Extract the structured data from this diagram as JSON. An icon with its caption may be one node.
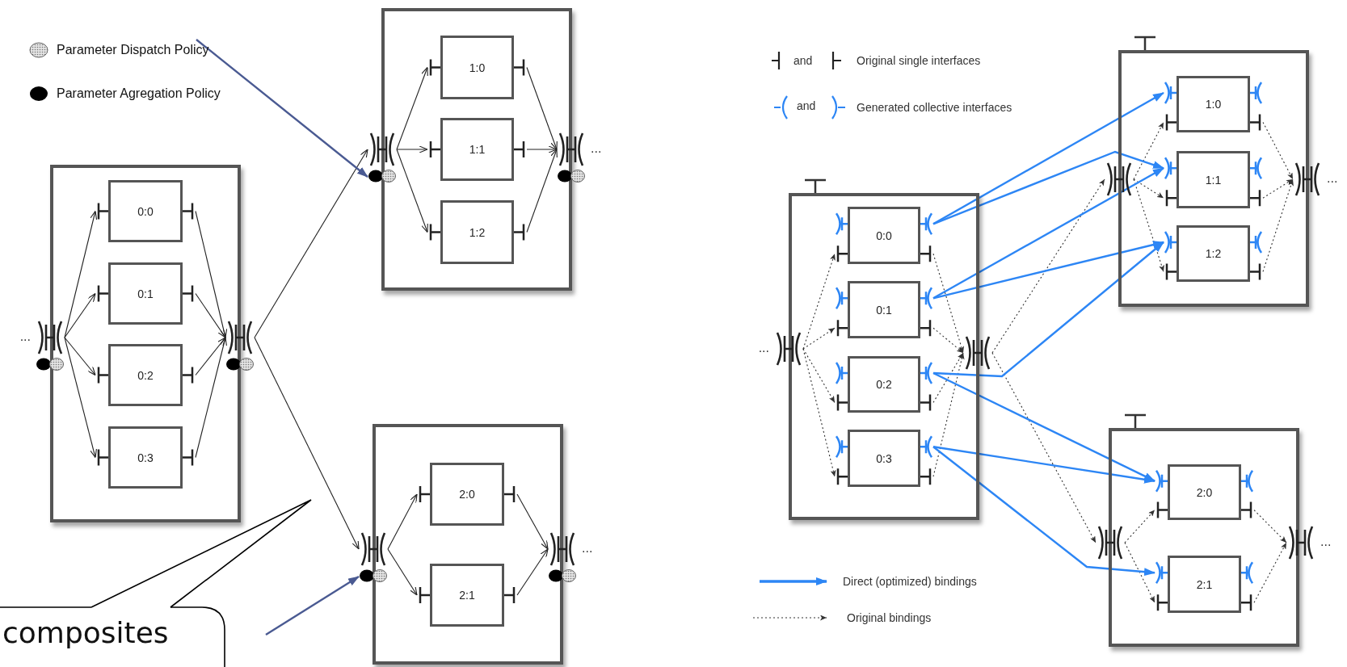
{
  "diagram": {
    "nodes": [
      {
        "text": [],
        "shape": "box"
      },
      {
        "text": [
          "0:0"
        ],
        "in": 0
      },
      {
        "text": [
          "0:1"
        ],
        "in": 0
      },
      {
        "text": [
          "0:2"
        ],
        "in": 0
      },
      {
        "text": [
          "0:3"
        ],
        "in": 0
      },
      {
        "text": [],
        "shape": "box"
      },
      {
        "text": [
          "1:0"
        ],
        "in": 5
      },
      {
        "text": [
          "1:1"
        ],
        "in": 5
      },
      {
        "text": [
          "1:2"
        ],
        "in": 5
      },
      {
        "text": [],
        "shape": "box"
      },
      {
        "text": [
          "2:0"
        ],
        "in": 9
      },
      {
        "text": [
          "2:1"
        ],
        "in": 9
      },
      {
        "text": [],
        "shape": "symbol",
        "beside": [
          "..."
        ]
      },
      {
        "text": [],
        "shape": "symbol"
      },
      {
        "text": [],
        "shape": "symbol"
      },
      {
        "text": [],
        "shape": "symbol",
        "beside": [
          "..."
        ]
      },
      {
        "text": [],
        "shape": "symbol"
      },
      {
        "text": [],
        "shape": "symbol",
        "beside": [
          "..."
        ]
      },
      {
        "text": [
          "composites"
        ]
      },
      {
        "text": [],
        "shape": "box"
      },
      {
        "text": [
          "0:0"
        ],
        "in": 19
      },
      {
        "text": [
          "0:1"
        ],
        "in": 19
      },
      {
        "text": [
          "0:2"
        ],
        "in": 19
      },
      {
        "text": [
          "0:3"
        ],
        "in": 19
      },
      {
        "text": [],
        "shape": "box"
      },
      {
        "text": [
          "1:0"
        ],
        "in": 24
      },
      {
        "text": [
          "1:1"
        ],
        "in": 24
      },
      {
        "text": [
          "1:2"
        ],
        "in": 24
      },
      {
        "text": [],
        "shape": "box"
      },
      {
        "text": [
          "2:0"
        ],
        "in": 28
      },
      {
        "text": [
          "2:1"
        ],
        "in": 28
      },
      {
        "text": [],
        "shape": "symbol",
        "beside": [
          "..."
        ]
      },
      {
        "text": [],
        "shape": "symbol"
      },
      {
        "text": [],
        "shape": "symbol"
      },
      {
        "text": [],
        "shape": "symbol",
        "beside": [
          "..."
        ]
      },
      {
        "text": [],
        "shape": "symbol"
      },
      {
        "text": [],
        "shape": "symbol",
        "beside": [
          "..."
        ]
      }
    ],
    "edges": [
      {
        "from": 12,
        "to": 1,
        "arrow": "to"
      },
      {
        "from": 12,
        "to": 2,
        "arrow": "to"
      },
      {
        "from": 12,
        "to": 3,
        "arrow": "to"
      },
      {
        "from": 12,
        "to": 4,
        "arrow": "to"
      },
      {
        "from": 1,
        "to": 13,
        "arrow": "to"
      },
      {
        "from": 2,
        "to": 13,
        "arrow": "to"
      },
      {
        "from": 3,
        "to": 13,
        "arrow": "to"
      },
      {
        "from": 4,
        "to": 13,
        "arrow": "to"
      },
      {
        "from": 13,
        "to": 14,
        "arrow": "to"
      },
      {
        "from": 13,
        "to": 16,
        "arrow": "to"
      },
      {
        "from": 14,
        "to": 6,
        "arrow": "to"
      },
      {
        "from": 14,
        "to": 7,
        "arrow": "to"
      },
      {
        "from": 14,
        "to": 8,
        "arrow": "to"
      },
      {
        "from": 6,
        "to": 15,
        "arrow": "to"
      },
      {
        "from": 7,
        "to": 15,
        "arrow": "to"
      },
      {
        "from": 8,
        "to": 15,
        "arrow": "to"
      },
      {
        "from": 16,
        "to": 10,
        "arrow": "to"
      },
      {
        "from": 16,
        "to": 11,
        "arrow": "to"
      },
      {
        "from": 10,
        "to": 17,
        "arrow": "to"
      },
      {
        "from": 11,
        "to": 17,
        "arrow": "to"
      },
      {
        "from": null,
        "to": 14,
        "arrow": "to",
        "color": "#4a5a92"
      },
      {
        "from": null,
        "to": 16,
        "arrow": "to",
        "color": "#4a5a92"
      },
      {
        "from": 31,
        "to": 20,
        "arrow": "to",
        "style": "dashed"
      },
      {
        "from": 31,
        "to": 21,
        "arrow": "to",
        "style": "dashed"
      },
      {
        "from": 31,
        "to": 22,
        "arrow": "to",
        "style": "dashed"
      },
      {
        "from": 31,
        "to": 23,
        "arrow": "to",
        "style": "dashed"
      },
      {
        "from": 20,
        "to": 32,
        "arrow": "to",
        "style": "dashed"
      },
      {
        "from": 21,
        "to": 32,
        "arrow": "to",
        "style": "dashed"
      },
      {
        "from": 22,
        "to": 32,
        "arrow": "to",
        "style": "dashed"
      },
      {
        "from": 23,
        "to": 32,
        "arrow": "to",
        "style": "dashed"
      },
      {
        "from": 32,
        "to": 33,
        "arrow": "to",
        "style": "dashed"
      },
      {
        "from": 32,
        "to": 35,
        "arrow": "to",
        "style": "dashed"
      },
      {
        "from": 33,
        "to": 25,
        "arrow": "to",
        "style": "dashed"
      },
      {
        "from": 33,
        "to": 26,
        "arrow": "to",
        "style": "dashed"
      },
      {
        "from": 33,
        "to": 27,
        "arrow": "to",
        "style": "dashed"
      },
      {
        "from": 25,
        "to": 34,
        "arrow": "to",
        "style": "dashed"
      },
      {
        "from": 26,
        "to": 34,
        "arrow": "to",
        "style": "dashed"
      },
      {
        "from": 27,
        "to": 34,
        "arrow": "to",
        "style": "dashed"
      },
      {
        "from": 35,
        "to": 29,
        "arrow": "to",
        "style": "dashed"
      },
      {
        "from": 35,
        "to": 30,
        "arrow": "to",
        "style": "dashed"
      },
      {
        "from": 29,
        "to": 36,
        "arrow": "to",
        "style": "dashed"
      },
      {
        "from": 30,
        "to": 36,
        "arrow": "to",
        "style": "dashed"
      },
      {
        "from": 20,
        "to": 25,
        "arrow": "to",
        "color": "#2d86f5"
      },
      {
        "from": 20,
        "to": 26,
        "arrow": "to",
        "color": "#2d86f5"
      },
      {
        "from": 21,
        "to": 26,
        "arrow": "to",
        "color": "#2d86f5"
      },
      {
        "from": 21,
        "to": 27,
        "arrow": "to",
        "color": "#2d86f5"
      },
      {
        "from": 22,
        "to": 27,
        "arrow": "to",
        "color": "#2d86f5"
      },
      {
        "from": 22,
        "to": 29,
        "arrow": "to",
        "color": "#2d86f5"
      },
      {
        "from": 23,
        "to": 29,
        "arrow": "to",
        "color": "#2d86f5"
      },
      {
        "from": 23,
        "to": 30,
        "arrow": "to",
        "color": "#2d86f5"
      }
    ],
    "labels": [
      "and",
      "and"
    ],
    "legend": [
      {
        "text": "Parameter Dispatch Policy"
      },
      {
        "text": "Parameter Agregation Policy"
      },
      {
        "text": "Original single interfaces"
      },
      {
        "text": "Generated collective interfaces"
      },
      {
        "text": "Direct (optimized) bindings"
      },
      {
        "text": "Original bindings"
      }
    ]
  }
}
